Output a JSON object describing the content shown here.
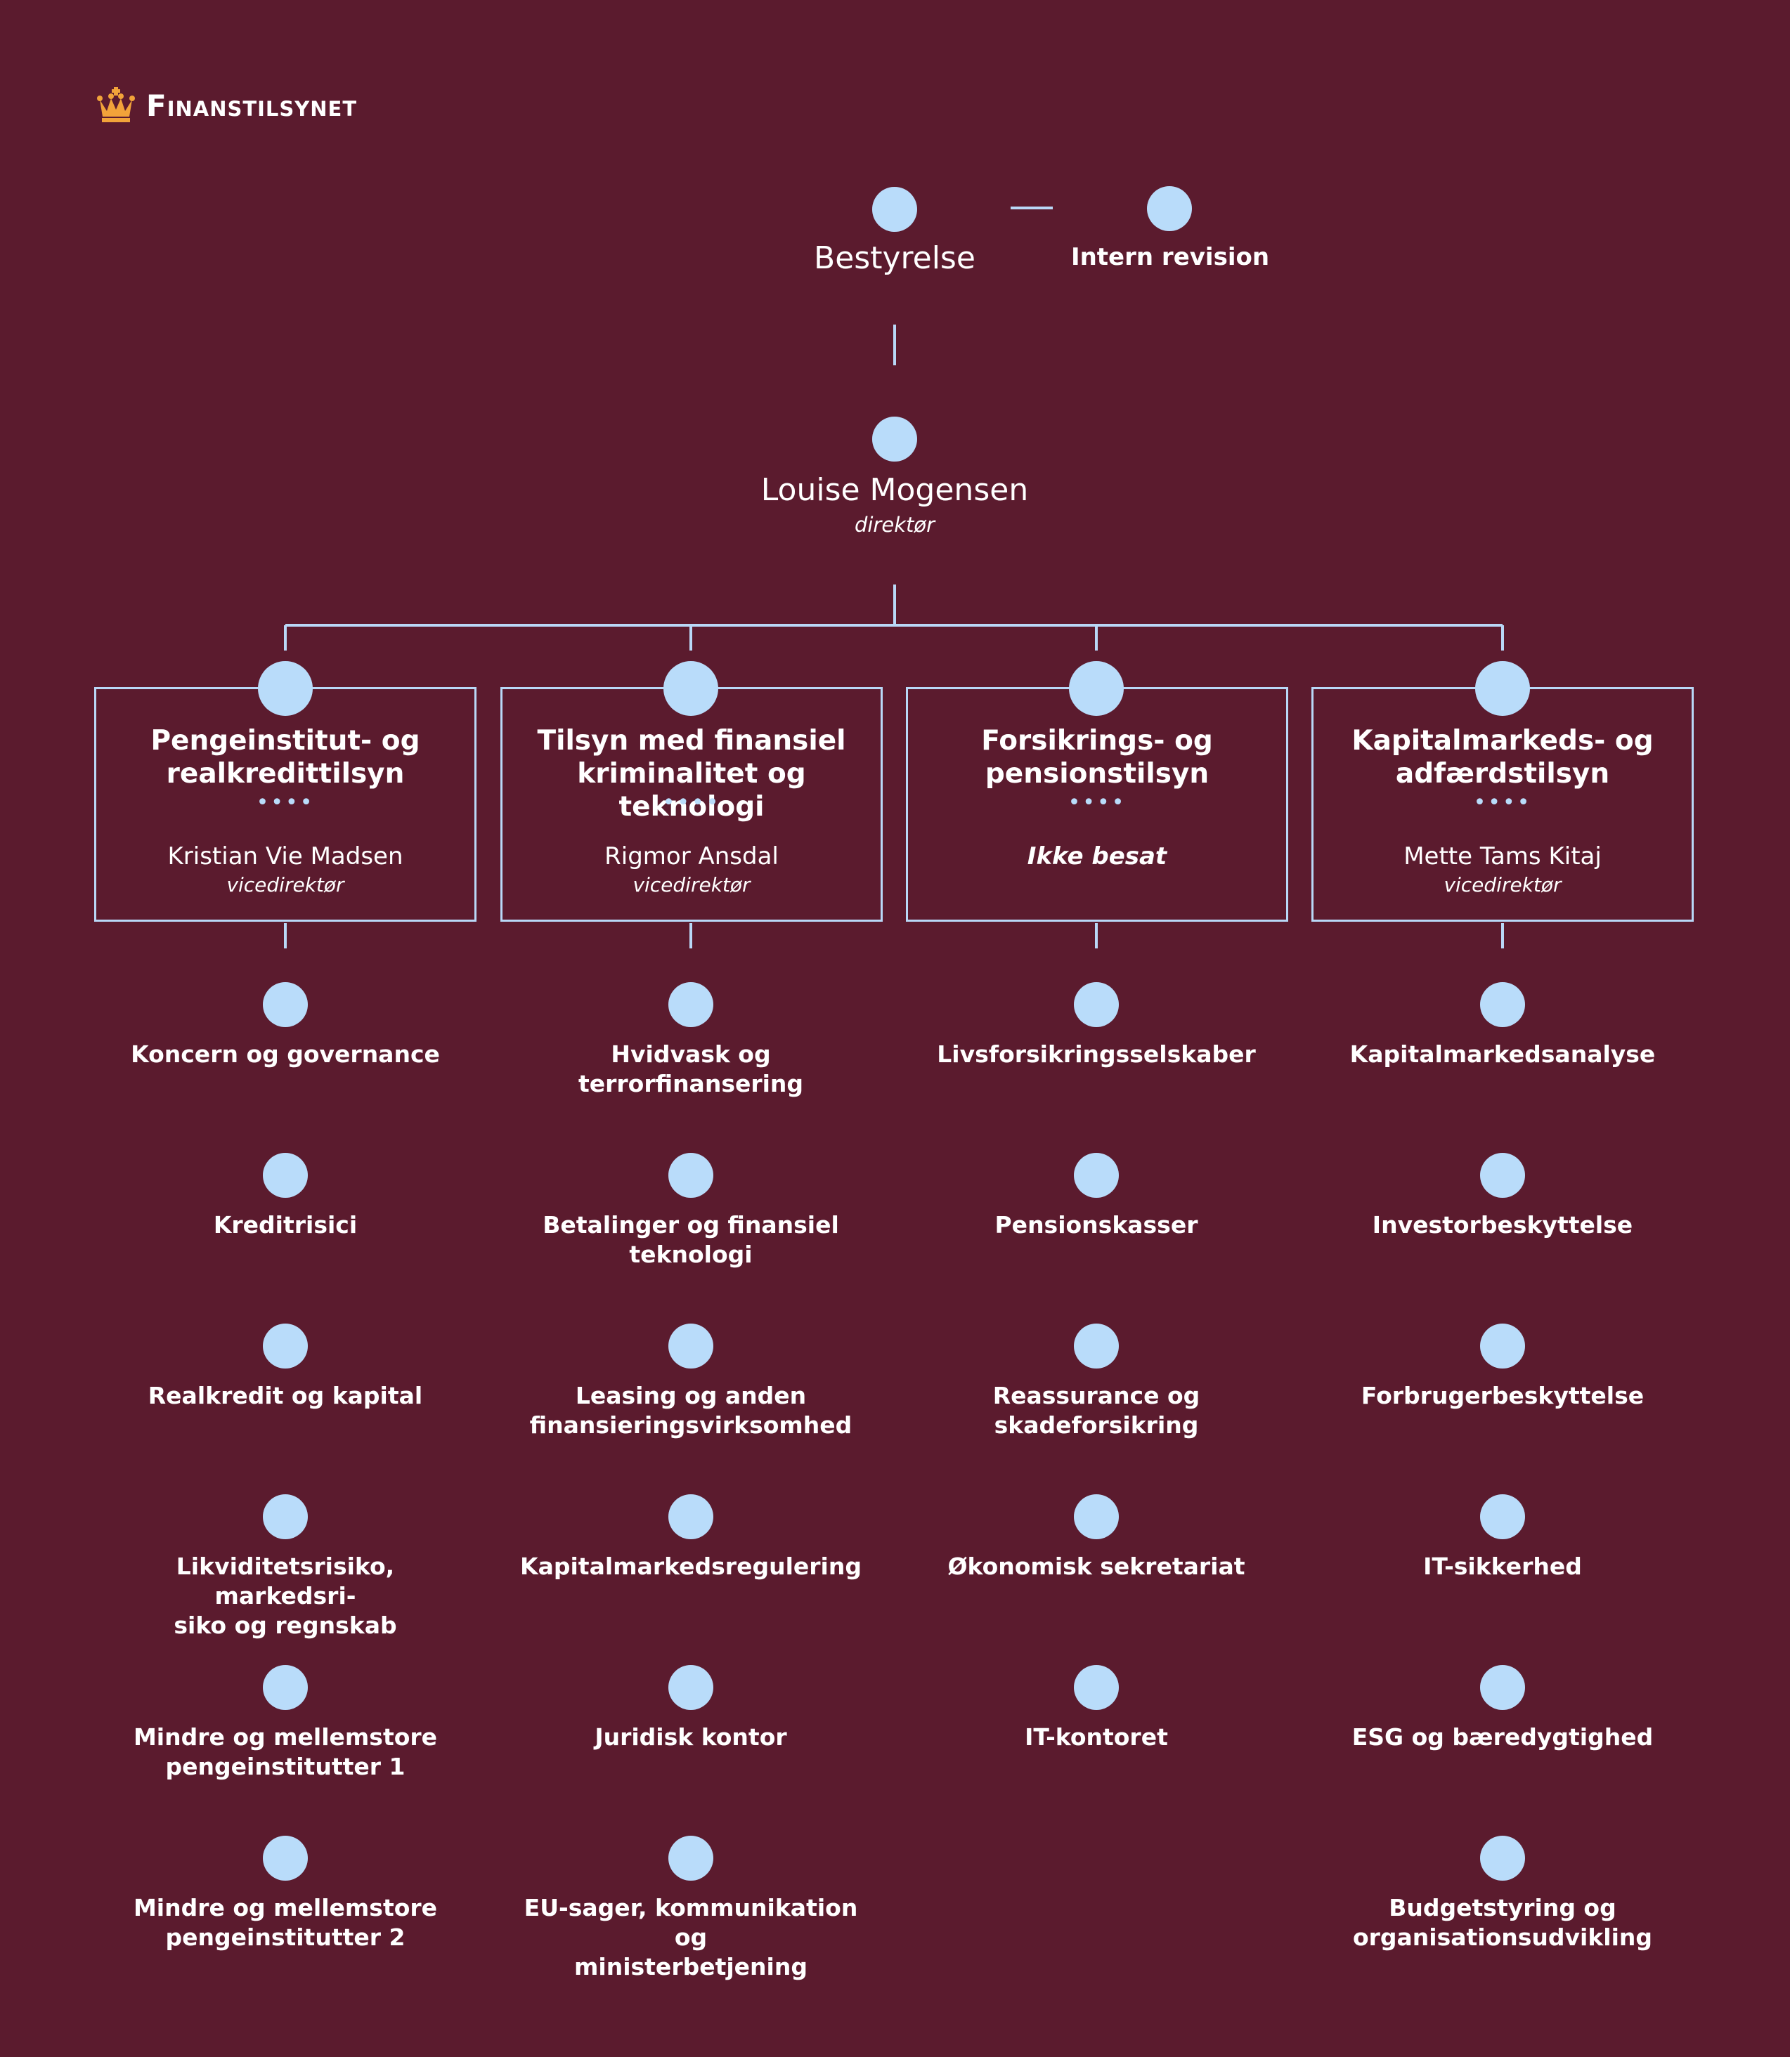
{
  "logo": {
    "icon": "crown-icon",
    "text": "Finanstilsynet"
  },
  "board": {
    "title": "Bestyrelse",
    "audit": "Intern revision"
  },
  "director": {
    "name": "Louise Mogensen",
    "role": "direktør"
  },
  "divider_dots": "••••",
  "divisions": [
    {
      "title_lines": [
        "Pengeinstitut- og",
        "realkredittilsyn"
      ],
      "head": "Kristian Vie Madsen",
      "role": "vicedirektør",
      "vacant": false,
      "units": [
        [
          "Koncern og governance"
        ],
        [
          "Kreditrisici"
        ],
        [
          "Realkredit og kapital"
        ],
        [
          "Likviditetsrisiko, markedsri-",
          "siko og regnskab"
        ],
        [
          "Mindre og mellemstore",
          "pengeinstitutter 1"
        ],
        [
          "Mindre og mellemstore",
          "pengeinstitutter 2"
        ]
      ]
    },
    {
      "title_lines": [
        "Tilsyn med finansiel",
        "kriminalitet og teknologi"
      ],
      "head": "Rigmor Ansdal",
      "role": "vicedirektør",
      "vacant": false,
      "units": [
        [
          "Hvidvask og",
          "terrorfinansering"
        ],
        [
          "Betalinger og finansiel",
          "teknologi"
        ],
        [
          "Leasing og anden",
          "finansieringsvirksomhed"
        ],
        [
          "Kapitalmarkedsregulering"
        ],
        [
          "Juridisk kontor"
        ],
        [
          "EU-sager, kommunikation og",
          "ministerbetjening"
        ]
      ]
    },
    {
      "title_lines": [
        "Forsikrings- og",
        "pensionstilsyn"
      ],
      "head": "Ikke besat",
      "role": "",
      "vacant": true,
      "units": [
        [
          "Livsforsikringsselskaber"
        ],
        [
          "Pensionskasser"
        ],
        [
          "Reassurance og",
          "skadeforsikring"
        ],
        [
          "Økonomisk sekretariat"
        ],
        [
          "IT-kontoret"
        ]
      ]
    },
    {
      "title_lines": [
        "Kapitalmarkeds- og",
        "adfærdstilsyn"
      ],
      "head": "Mette Tams Kitaj",
      "role": "vicedirektør",
      "vacant": false,
      "units": [
        [
          "Kapitalmarkedsanalyse"
        ],
        [
          "Investorbeskyttelse"
        ],
        [
          "Forbrugerbeskyttelse"
        ],
        [
          "IT-sikkerhed"
        ],
        [
          "ESG og bæredygtighed"
        ],
        [
          "Budgetstyring og",
          "organisationsudvikling"
        ]
      ]
    }
  ],
  "colors": {
    "background": "#5b1b2e",
    "accent": "#b9dcfa",
    "logo_crown": "#f2a33a"
  }
}
